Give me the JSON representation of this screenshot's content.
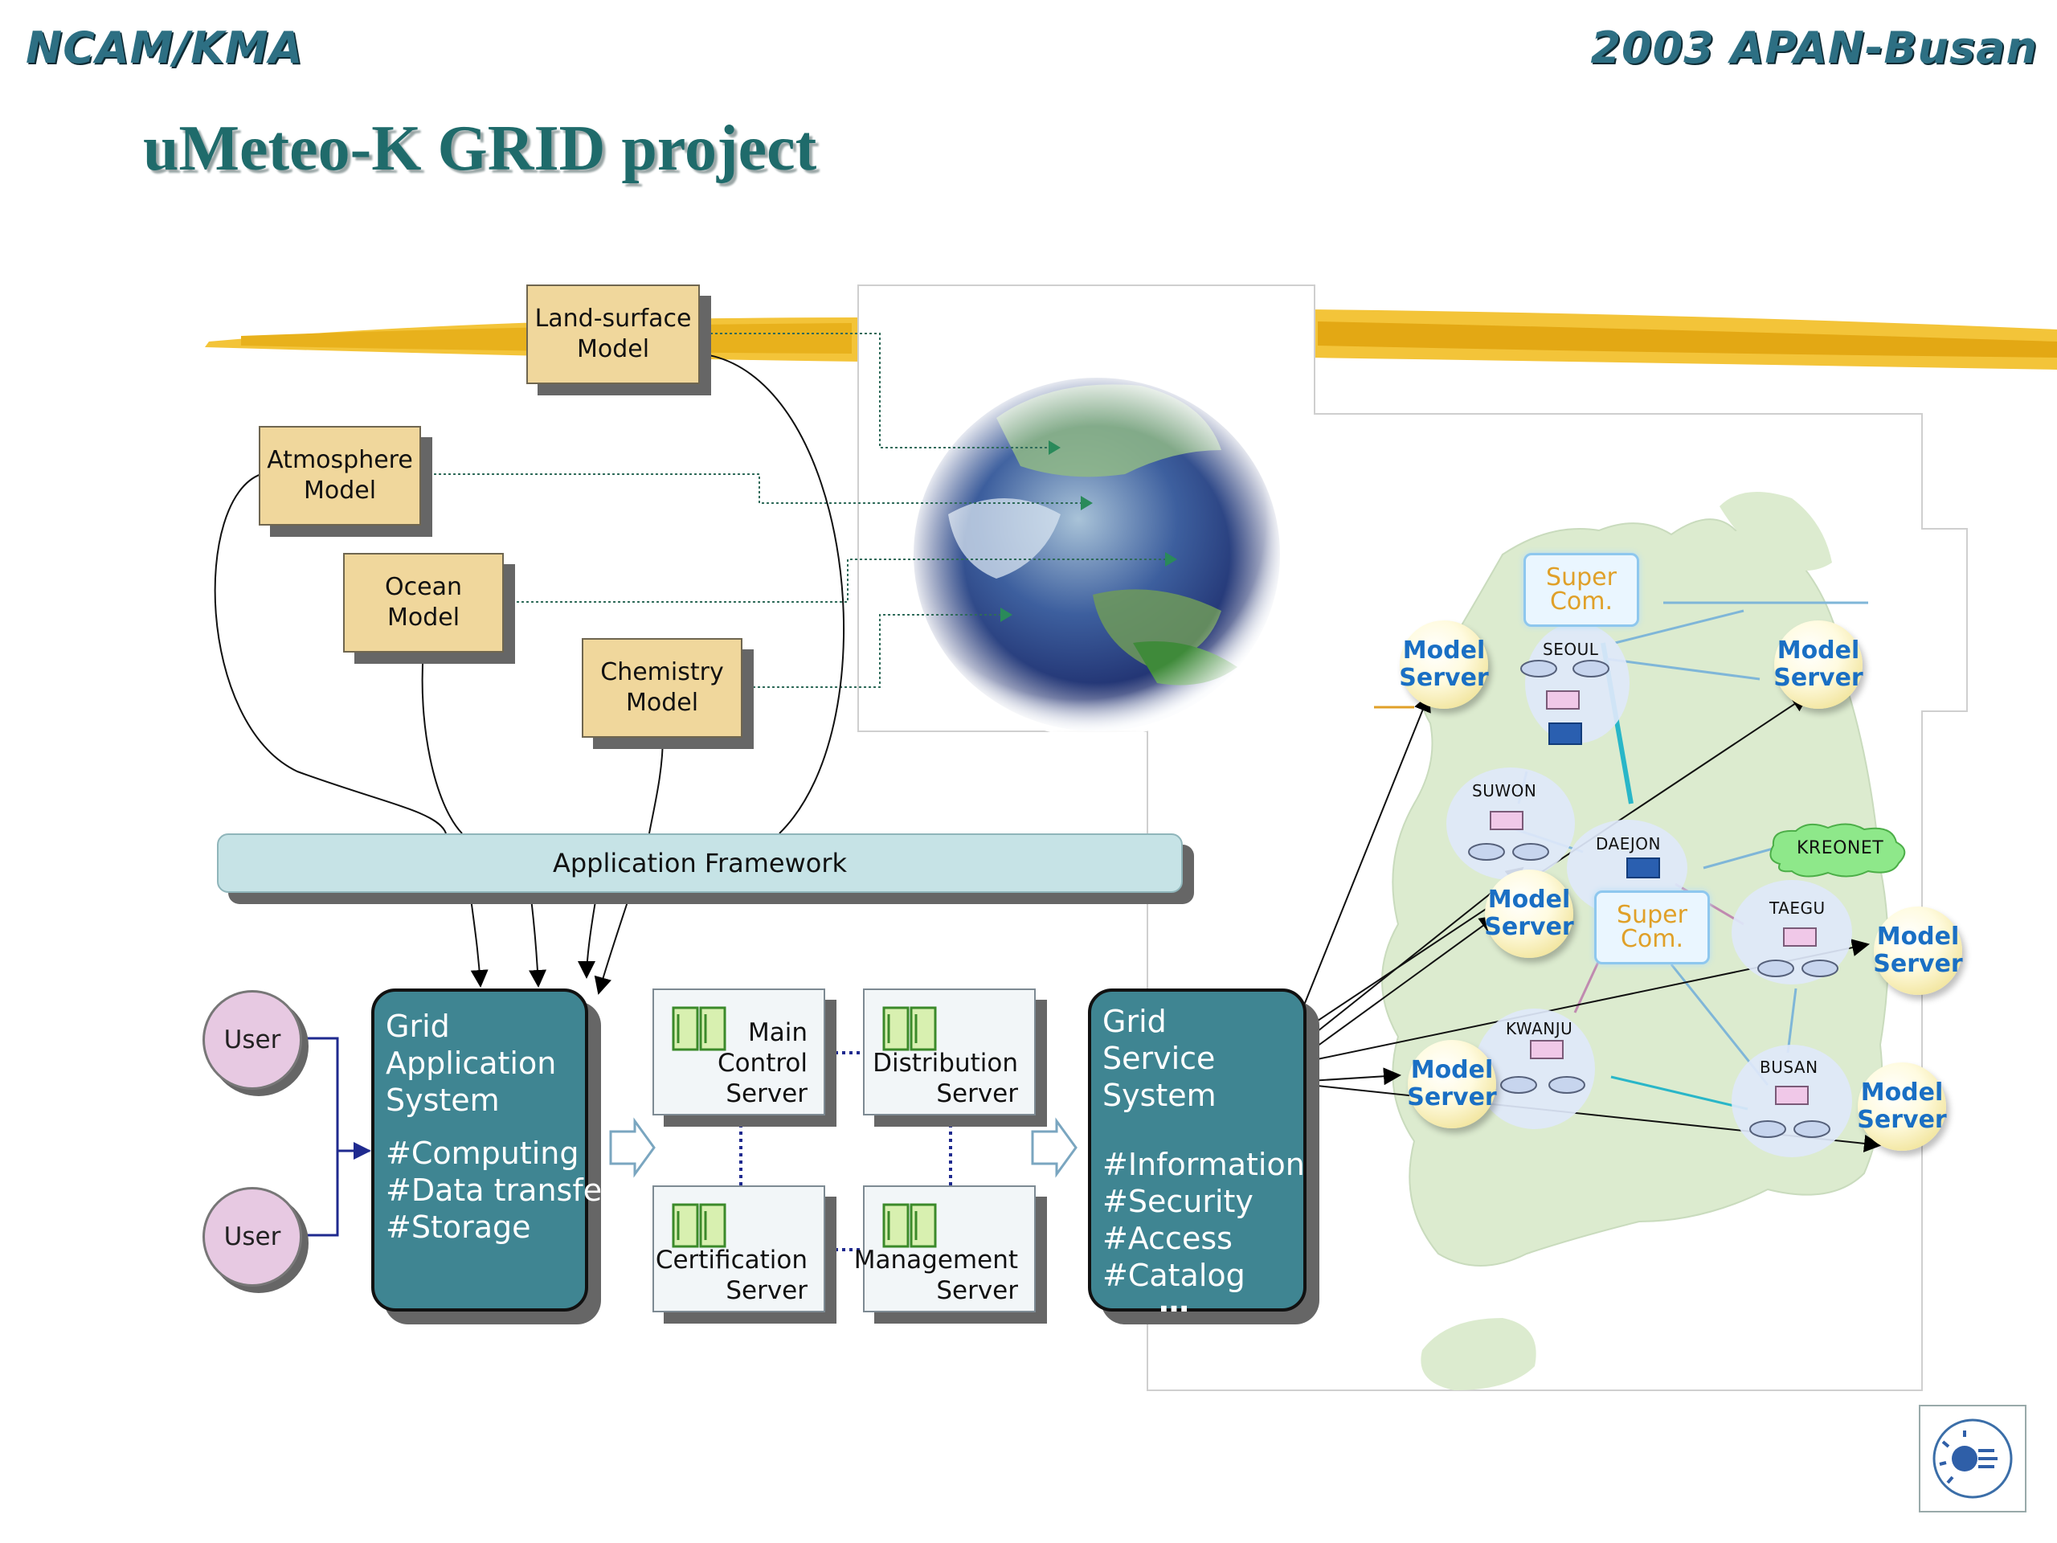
{
  "header": {
    "left": "NCAM/KMA",
    "right": "2003  APAN-Busan"
  },
  "title": "uMeteo-K GRID project",
  "models": {
    "land": "Land-surface\nModel",
    "atmosphere": "Atmosphere\nModel",
    "ocean": "Ocean\nModel",
    "chemistry": "Chemistry\nModel"
  },
  "app_framework": "Application Framework",
  "users": [
    "User",
    "User"
  ],
  "grid_app": {
    "title": "Grid\nApplication\nSystem",
    "items": [
      "#Computing",
      "#Data transfer",
      "#Storage"
    ]
  },
  "servers": {
    "main_control": "Main Control\nServer",
    "distribution": "Distribution\nServer",
    "certification": "Certification\nServer",
    "management": "Management\nServer"
  },
  "grid_service": {
    "title": "Grid\nService\nSystem",
    "items": [
      "#Information",
      "#Security",
      "#Access",
      "#Catalog"
    ],
    "ellipsis": "…"
  },
  "map": {
    "super_com": "Super\nCom.",
    "model_server": "Model\nServer",
    "kreonet": "KREONET",
    "cities": {
      "seoul": "SEOUL",
      "suwon": "SUWON",
      "daejon": "DAEJON",
      "taegu": "TAEGU",
      "kwanju": "KWANJU",
      "busan": "BUSAN"
    }
  },
  "colors": {
    "teal_box": "#3f8592",
    "model_box": "#f0d79c",
    "framework": "#c6e3e6",
    "map_land": "#dcebcf",
    "header": "#2d6f83",
    "title": "#1f6b6b"
  },
  "icons": [
    "server-icon",
    "router-icon",
    "switch-icon",
    "globe-image",
    "kma-logo"
  ]
}
